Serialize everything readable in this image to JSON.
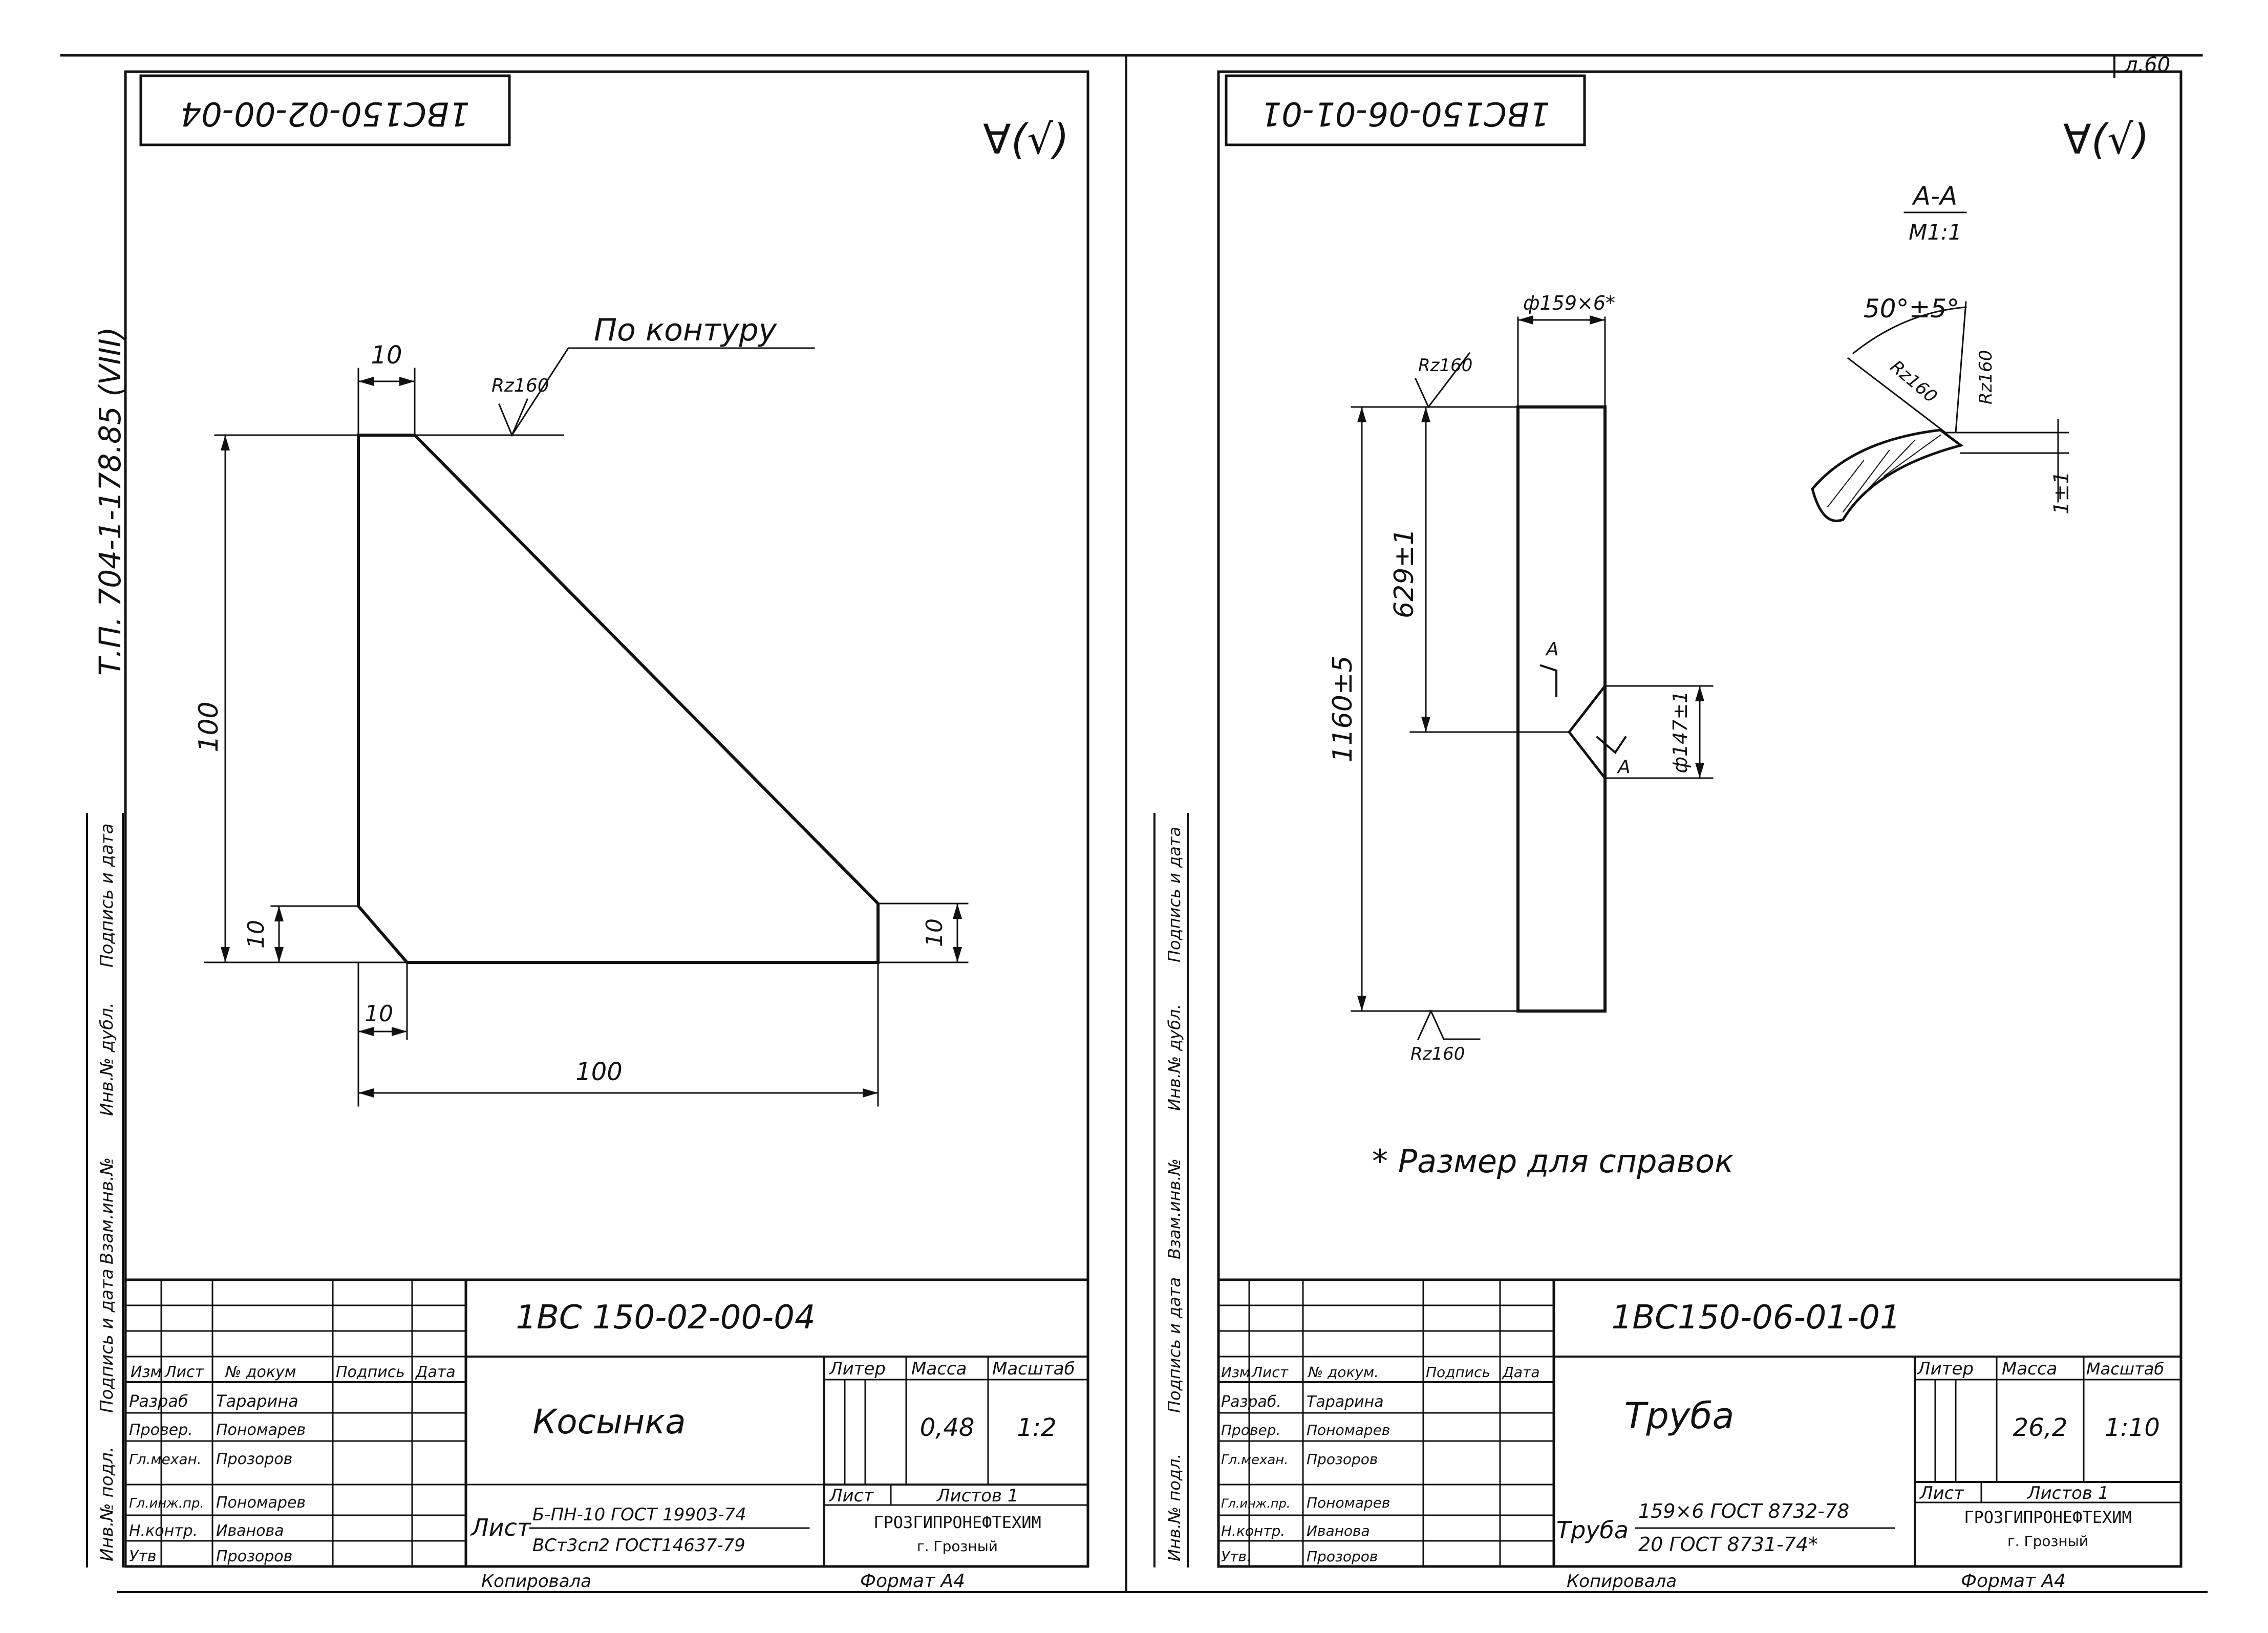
{
  "sheet_number": "л.60",
  "left_margin": {
    "project_code": "Т.П. 704-1-178.85 (VIII)",
    "stamp_fields": [
      "Инв.№ подл.",
      "Подпись и дата",
      "Взам.инв.№",
      "Инв.№ дубл.",
      "Подпись и дата"
    ]
  },
  "left_drawing": {
    "code_box": "1BC150-02-00-04",
    "roughness_mark": "∀(√)",
    "contour_note": "По контуру",
    "roughness_local": "Rz160",
    "dims": {
      "w_top": "10",
      "h_total": "100",
      "h_bottom_left": "10",
      "w_bottom_left": "10",
      "w_bottom": "100",
      "h_bottom_right": "10"
    },
    "title_block": {
      "designation": "1BC 150-02-00-04",
      "part_name": "Косынка",
      "col_headers": [
        "Изм",
        "Лист",
        "№ докум",
        "Подпись",
        "Дата"
      ],
      "roles": [
        {
          "role": "Разраб",
          "name": "Тарарина"
        },
        {
          "role": "Провер.",
          "name": "Пономарев"
        },
        {
          "role": "Гл.механ.",
          "name": "Прозоров"
        },
        {
          "role": "Гл.инж.пр.",
          "name": "Пономарев"
        },
        {
          "role": "Н.контр.",
          "name": "Иванова"
        },
        {
          "role": "Утв",
          "name": "Прозоров"
        }
      ],
      "literal_label": "Литер",
      "mass_label": "Масса",
      "scale_label": "Масштаб",
      "mass": "0,48",
      "scale": "1:2",
      "sheet_label": "Лист",
      "sheets_label": "Листов 1",
      "material_prefix": "Лист",
      "material_top": "Б-ПН-10 ГОСТ 19903-74",
      "material_bottom": "ВСт3сп2 ГОСТ14637-79",
      "org": "ГРОЗГИПРОНЕФТЕХИМ",
      "city": "г. Грозный",
      "copied": "Копировала",
      "format": "Формат А4"
    }
  },
  "right_drawing": {
    "code_box": "1BC150-06-01-01",
    "roughness_mark": "∀(√)",
    "section_title": "А-А",
    "section_scale": "М1:1",
    "angle": "50°±5°",
    "rz_a": "Rz160",
    "rz_b": "Rz160",
    "small_dim": "1±1",
    "pipe_dim": "ф159×6*",
    "len_total": "1160±5",
    "len_upper": "629±1",
    "hole_dim": "ф147±1",
    "section_mark": "А",
    "note": "* Размер для справок",
    "title_block": {
      "designation": "1BC150-06-01-01",
      "part_name": "Труба",
      "col_headers": [
        "Изм",
        "Лист",
        "№ докум.",
        "Подпись",
        "Дата"
      ],
      "roles": [
        {
          "role": "Разраб.",
          "name": "Тарарина"
        },
        {
          "role": "Провер.",
          "name": "Пономарев"
        },
        {
          "role": "Гл.механ.",
          "name": "Прозоров"
        },
        {
          "role": "Гл.инж.пр.",
          "name": "Пономарев"
        },
        {
          "role": "Н.контр.",
          "name": "Иванова"
        },
        {
          "role": "Утв.",
          "name": "Прозоров"
        }
      ],
      "literal_label": "Литер",
      "mass_label": "Масса",
      "scale_label": "Масштаб",
      "mass": "26,2",
      "scale": "1:10",
      "sheet_label": "Лист",
      "sheets_label": "Листов 1",
      "material_prefix": "Труба",
      "material_top": "159×6 ГОСТ 8732-78",
      "material_bottom": "20 ГОСТ 8731-74*",
      "org": "ГРОЗГИПРОНЕФТЕХИМ",
      "city": "г. Грозный",
      "copied": "Копировала",
      "format": "Формат А4"
    }
  }
}
